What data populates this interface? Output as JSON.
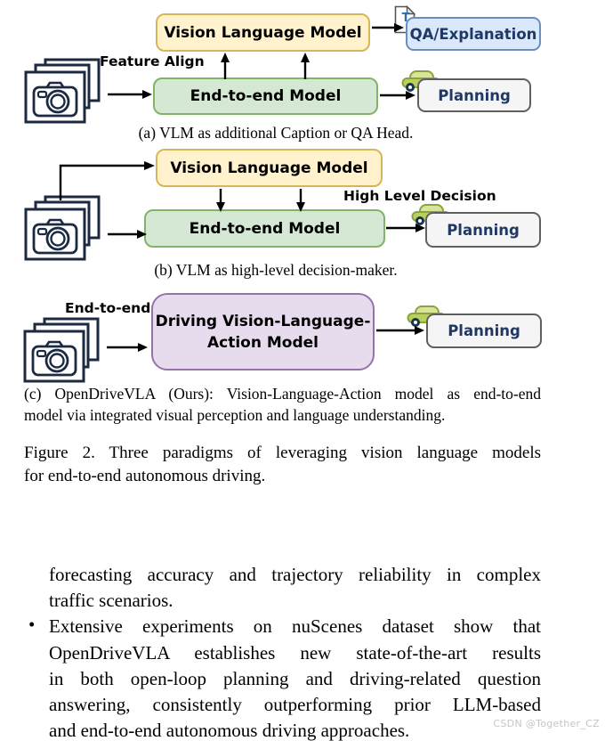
{
  "panel_a": {
    "vlm": "Vision Language Model",
    "e2e": "End-to-end Model",
    "qa": "QA/Explanation",
    "planning": "Planning",
    "feature_align": "Feature Align",
    "caption": "(a) VLM as additional Caption or QA Head."
  },
  "panel_b": {
    "vlm": "Vision Language Model",
    "e2e": "End-to-end Model",
    "decision": "High Level Decision",
    "planning": "Planning",
    "caption": "(b) VLM as high-level decision-maker."
  },
  "panel_c": {
    "vla_line1": "Driving Vision-Language-",
    "vla_line2": "Action Model",
    "end_to_end": "End-to-end",
    "planning": "Planning",
    "caption_line1": "(c) OpenDriveVLA (Ours): Vision-Language-Action model as end-to-end",
    "caption_line2": "model via integrated visual perception and language understanding."
  },
  "doc_icon_letter": "T",
  "figure_caption": {
    "line1": "Figure 2. Three paradigms of leveraging vision language models",
    "line2": "for end-to-end autonomous driving."
  },
  "body": {
    "bullet": "•",
    "para1": [
      "forecasting accuracy and trajectory reliability in complex",
      "traffic scenarios."
    ],
    "para2": [
      "Extensive experiments on nuScenes dataset show that",
      "OpenDriveVLA establishes new state-of-the-art results",
      "in both open-loop planning and driving-related question",
      "answering, consistently outperforming prior LLM-based",
      "and end-to-end autonomous driving approaches."
    ]
  },
  "watermark": "CSDN @Together_CZ",
  "colors": {
    "yellow_fill": "#FFF2CC",
    "yellow_border": "#D6B656",
    "green_fill": "#D5E8D4",
    "green_border": "#82B366",
    "blue_fill": "#DAE8FC",
    "blue_border": "#6C8EBF",
    "purple_fill": "#E7DBEE",
    "purple_border": "#9673A6",
    "gray_fill": "#F5F5F5",
    "gray_border": "#5F5F5F",
    "navy_text": "#1F3864",
    "car_green": "#B9CF5E",
    "watermark_gray": "#C9C3C5"
  }
}
